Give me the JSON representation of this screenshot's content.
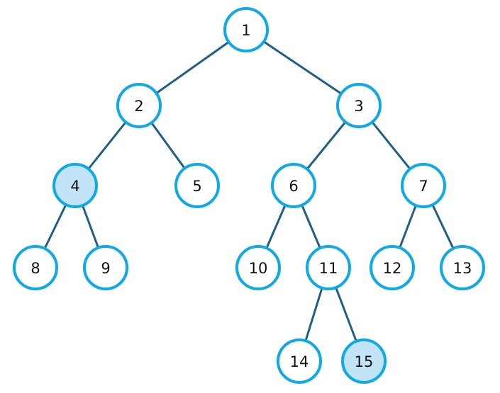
{
  "colors": {
    "node_stroke": "#0fa9e6",
    "node_fill": "#ffffff",
    "highlight_fill": "#c3e3f6",
    "edge": "#1f5f86",
    "label": "#111111"
  },
  "tree": {
    "nodes": [
      {
        "id": "1",
        "label": "1",
        "highlighted": false
      },
      {
        "id": "2",
        "label": "2",
        "highlighted": false
      },
      {
        "id": "3",
        "label": "3",
        "highlighted": false
      },
      {
        "id": "4",
        "label": "4",
        "highlighted": true
      },
      {
        "id": "5",
        "label": "5",
        "highlighted": false
      },
      {
        "id": "6",
        "label": "6",
        "highlighted": false
      },
      {
        "id": "7",
        "label": "7",
        "highlighted": false
      },
      {
        "id": "8",
        "label": "8",
        "highlighted": false
      },
      {
        "id": "9",
        "label": "9",
        "highlighted": false
      },
      {
        "id": "10",
        "label": "10",
        "highlighted": false
      },
      {
        "id": "11",
        "label": "11",
        "highlighted": false
      },
      {
        "id": "12",
        "label": "12",
        "highlighted": false
      },
      {
        "id": "13",
        "label": "13",
        "highlighted": false
      },
      {
        "id": "14",
        "label": "14",
        "highlighted": false
      },
      {
        "id": "15",
        "label": "15",
        "highlighted": true
      }
    ],
    "edges": [
      {
        "from": "1",
        "to": "2"
      },
      {
        "from": "1",
        "to": "3"
      },
      {
        "from": "2",
        "to": "4"
      },
      {
        "from": "2",
        "to": "5"
      },
      {
        "from": "3",
        "to": "6"
      },
      {
        "from": "3",
        "to": "7"
      },
      {
        "from": "4",
        "to": "8"
      },
      {
        "from": "4",
        "to": "9"
      },
      {
        "from": "6",
        "to": "10"
      },
      {
        "from": "6",
        "to": "11"
      },
      {
        "from": "7",
        "to": "12"
      },
      {
        "from": "7",
        "to": "13"
      },
      {
        "from": "11",
        "to": "14"
      },
      {
        "from": "11",
        "to": "15"
      }
    ]
  }
}
